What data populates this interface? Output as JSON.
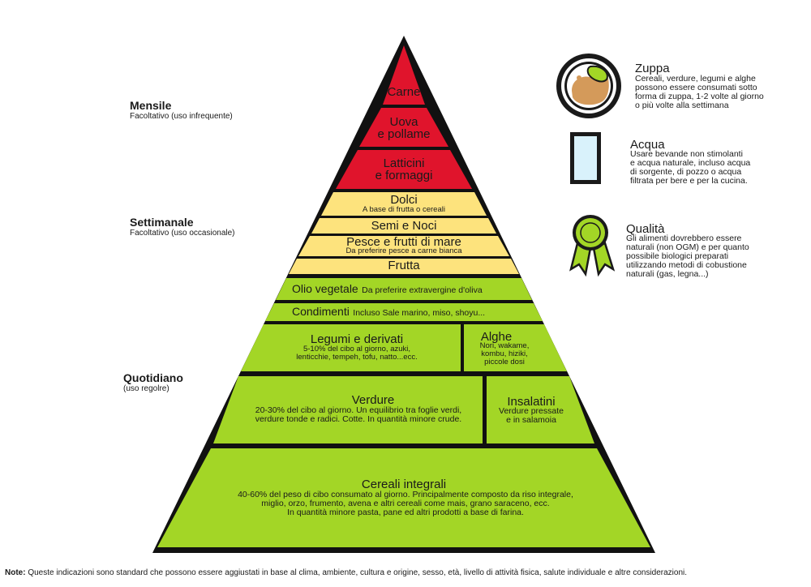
{
  "colors": {
    "red": "#e0142c",
    "yellow": "#fde37d",
    "green": "#a3d626",
    "outline": "#111111"
  },
  "levels": {
    "monthly": {
      "title": "Mensile",
      "sub": "Facoltativo (uso infrequente)"
    },
    "weekly": {
      "title": "Settimanale",
      "sub": "Facoltativo (uso occasionale)"
    },
    "daily": {
      "title": "Quotidiano",
      "sub": "(uso regolre)"
    }
  },
  "pyramid": {
    "carne": "Carne",
    "uova_1": "Uova",
    "uova_2": "e pollame",
    "latticini_1": "Latticini",
    "latticini_2": "e formaggi",
    "dolci": "Dolci",
    "dolci_sub": "A base di frutta o cereali",
    "semi": "Semi e Noci",
    "pesce": "Pesce e frutti di mare",
    "pesce_sub": "Da preferire pesce a carne bianca",
    "frutta": "Frutta",
    "olio": "Olio vegetale",
    "olio_sub": "Da preferire extravergine d'oliva",
    "condimenti": "Condimenti",
    "condimenti_sub": "Incluso Sale marino, miso, shoyu...",
    "legumi": "Legumi e derivati",
    "legumi_sub_1": "5-10% del cibo al giorno, azuki,",
    "legumi_sub_2": "lenticchie, tempeh, tofu, natto...ecc.",
    "alghe": "Alghe",
    "alghe_sub_1": "Nori, wakame,",
    "alghe_sub_2": "kombu, hiziki,",
    "alghe_sub_3": "piccole dosi",
    "verdure": "Verdure",
    "verdure_sub_1": "20-30% del cibo al giorno. Un equilibrio tra foglie verdi,",
    "verdure_sub_2": "verdure tonde e radici. Cotte. In quantità minore crude.",
    "insalatini": "Insalatini",
    "insalatini_sub_1": "Verdure pressate",
    "insalatini_sub_2": "e in salamoia",
    "cereali": "Cereali integrali",
    "cereali_sub_1": "40-60% del peso di cibo consumato al giorno. Principalmente composto da riso integrale,",
    "cereali_sub_2": "miglio, orzo, frumento, avena e altri cereali come mais, grano saraceno, ecc.",
    "cereali_sub_3": "In quantità minore pasta, pane ed altri prodotti a base di farina."
  },
  "legend": {
    "zuppa": {
      "title": "Zuppa",
      "icon": "soup-bowl-icon",
      "lines": [
        "Cereali, verdure, legumi e alghe",
        "possono essere consumati sotto",
        "forma di zuppa, 1-2 volte al giorno",
        "o più volte alla settimana"
      ]
    },
    "acqua": {
      "title": "Acqua",
      "icon": "water-glass-icon",
      "lines": [
        "Usare bevande non stimolanti",
        "e acqua naturale, incluso acqua",
        "di sorgente, di pozzo o acqua",
        "filtrata per bere e per la cucina."
      ]
    },
    "qualita": {
      "title": "Qualità",
      "icon": "quality-ribbon-icon",
      "lines": [
        "Gli alimenti dovrebbero essere",
        "naturali (non OGM) e per quanto",
        "possibile biologici preparati",
        "utilizzando metodi di cobustione",
        "naturali (gas, legna...)"
      ]
    }
  },
  "note": {
    "label": "Note:",
    "text": "Queste indicazioni sono standard che possono essere aggiustati in base al clima, ambiente, cultura e origine, sesso, età, livello di attività fisica, salute individuale e altre considerazioni."
  }
}
